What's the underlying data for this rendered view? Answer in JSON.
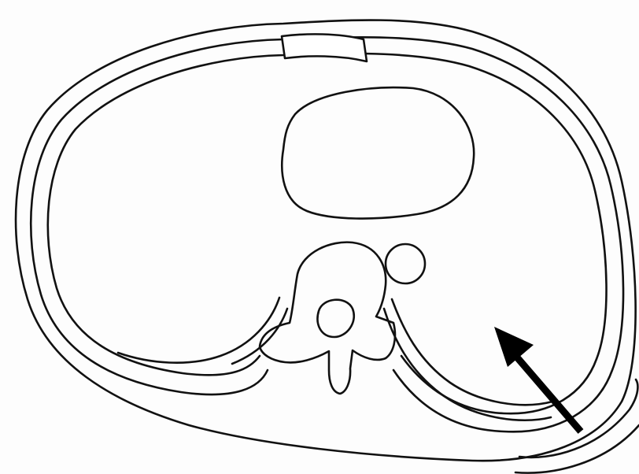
{
  "figure": {
    "description_visible_text": "",
    "colors": {
      "line": "#111111",
      "background": "#fdfdfd",
      "arrow": "#000000"
    },
    "parts": [
      "outer-body-contour",
      "rib-cage-outer",
      "rib-cage-inner",
      "sternum-segment",
      "heart",
      "vertebral-body",
      "spinal-canal",
      "spinous-process",
      "aorta",
      "posterior-left-rib",
      "posterior-right-rib",
      "lateral-rib-fragment",
      "arrow-pointer"
    ]
  }
}
